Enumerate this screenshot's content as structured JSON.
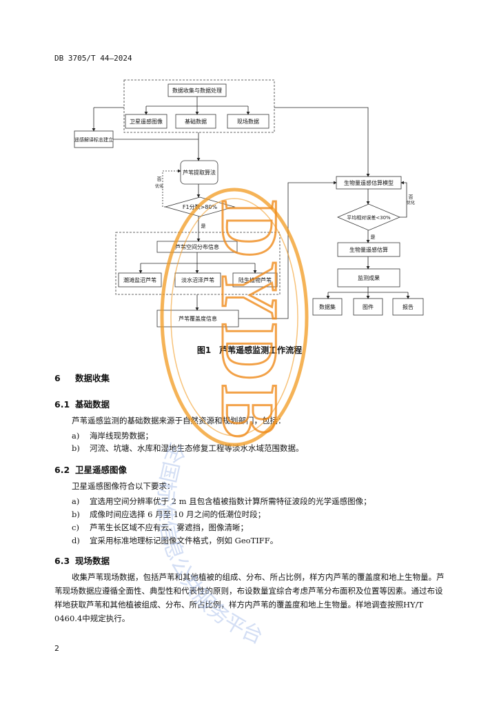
{
  "header": {
    "code": "DB 3705/T 44—2024"
  },
  "flowchart": {
    "nodes": {
      "collect": "数据收集与数据处理",
      "satellite": "卫星遥感图像",
      "basic": "基础数据",
      "field": "现场数据",
      "interpret": "遥感解译标志建立",
      "algorithm": "芦苇提取算法",
      "f1": "F1分数>80%",
      "no": "否",
      "optimize": "优化",
      "yes": "是",
      "distribution": "芦苇空间分布信息",
      "tidal": "潮滩盐沼芦苇",
      "freshwater": "淡水沼泽芦苇",
      "terrestrial": "陆生植物芦苇",
      "coverage": "芦苇覆盖度信息",
      "model": "生物量遥感估算模型",
      "error": "平均相对误差<30%",
      "biomass": "生物量遥感估算",
      "result": "监测成果",
      "dataset": "数据集",
      "map": "图件",
      "report": "报告"
    },
    "caption": "图1　芦苇遥感监测工作流程"
  },
  "section6": {
    "heading_num": "6",
    "heading": "数据收集",
    "s1": {
      "num": "6.1",
      "title": "基础数据",
      "intro": "芦苇遥感监测的基础数据来源于自然资源和规划部门，包括：",
      "items": [
        {
          "mark": "a)",
          "text": "海岸线现势数据；"
        },
        {
          "mark": "b)",
          "text": "河流、坑塘、水库和湿地生态修复工程等淡水水域范围数据。"
        }
      ]
    },
    "s2": {
      "num": "6.2",
      "title": "卫星遥感图像",
      "intro": "卫星遥感图像符合以下要求：",
      "items": [
        {
          "mark": "a)",
          "text": "宜选用空间分辨率优于 2 m 且包含植被指数计算所需特征波段的光学遥感图像；"
        },
        {
          "mark": "b)",
          "text": "成像时间应选择 6 月至 10 月之间的低潮位时段；"
        },
        {
          "mark": "c)",
          "text": "芦苇生长区域不应有云、雾遮挡，图像清晰；"
        },
        {
          "mark": "d)",
          "text": "宜采用标准地理标记图像文件格式，例如 GeoTIFF。"
        }
      ]
    },
    "s3": {
      "num": "6.3",
      "title": "现场数据",
      "para": "收集芦苇现场数据，包括芦苇和其他植被的组成、分布、所占比例，样方内芦苇的覆盖度和地上生物量。芦苇现场数据应遵循全面性、典型性和代表性的原则，布设数量宜综合考虑芦苇分布面积及位置等因素。通过布设样地获取芦苇和其他植被组成、分布、所占比例，样方内芦苇的覆盖度和地上生物量。样地调查按照HY/T 0460.4中规定执行。"
    }
  },
  "footer": {
    "page": "2"
  },
  "watermark": {
    "text": "DYDB",
    "arc_text": "全国标准信息公共服务平台"
  }
}
